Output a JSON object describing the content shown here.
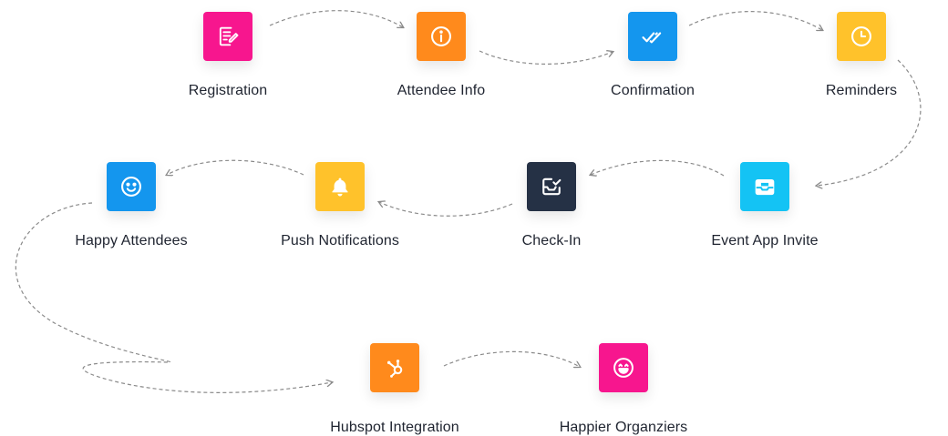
{
  "colors": {
    "pink": "#F7168E",
    "orange": "#FF8A1C",
    "blue": "#1496EE",
    "yellow": "#FFC22B",
    "cyan": "#14C3F4",
    "navy": "#253145",
    "arrow": "#8a8a8a"
  },
  "steps": [
    {
      "label": "Registration",
      "icon": "form-edit-icon",
      "color": "#F7168E"
    },
    {
      "label": "Attendee Info",
      "icon": "info-icon",
      "color": "#FF8A1C"
    },
    {
      "label": "Confirmation",
      "icon": "double-check-icon",
      "color": "#1496EE"
    },
    {
      "label": "Reminders",
      "icon": "clock-icon",
      "color": "#FFC22B"
    },
    {
      "label": "Event App Invite",
      "icon": "mail-tray-icon",
      "color": "#14C3F4"
    },
    {
      "label": "Check-In",
      "icon": "check-in-tray-icon",
      "color": "#253145"
    },
    {
      "label": "Push Notifications",
      "icon": "bell-icon",
      "color": "#FFC22B"
    },
    {
      "label": "Happy Attendees",
      "icon": "smile-icon",
      "color": "#1496EE"
    },
    {
      "label": "Hubspot Integration",
      "icon": "hubspot-icon",
      "color": "#FF8A1C"
    },
    {
      "label": "Happier Organziers",
      "icon": "grin-icon",
      "color": "#F7168E"
    }
  ]
}
